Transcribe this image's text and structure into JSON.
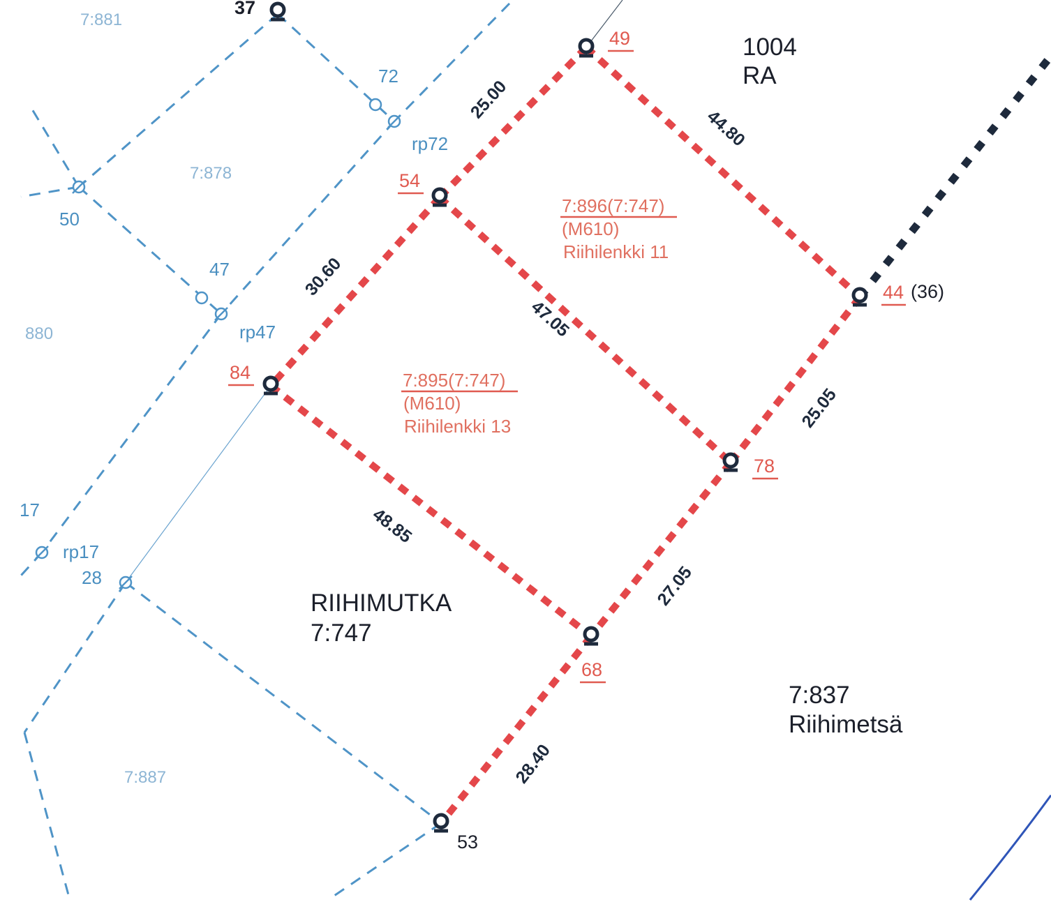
{
  "colors": {
    "red_boundary": "#e4474a",
    "blue_boundary": "#4f94c7",
    "dark_boundary": "#1e2a3c",
    "river": "#2f55b8",
    "red_text": "#e05a50",
    "marker": "#1e2a3c"
  },
  "icons": {
    "survey_marker": "boundary-marker-icon",
    "small_marker": "circle-marker-icon"
  },
  "blue_labels": {
    "p881": "7:881",
    "p878": "7:878",
    "p880": "880",
    "p887": "7:887",
    "n50": "50",
    "n47": "47",
    "n72": "72",
    "rp72": "rp72",
    "rp47": "rp47",
    "n17": "17",
    "rp17": "rp17",
    "n28": "28"
  },
  "red_points": {
    "p49": "49",
    "p54": "54",
    "p84": "84",
    "p44": "44",
    "p78": "78",
    "p68": "68"
  },
  "black_points": {
    "p37": "37",
    "p53": "53",
    "p44_paren": "(36)"
  },
  "dimensions": {
    "d25_00": "25.00",
    "d44_80": "44.80",
    "d30_60": "30.60",
    "d47_05": "47.05",
    "d25_05": "25.05",
    "d48_85": "48.85",
    "d27_05": "27.05",
    "d28_40": "28.40"
  },
  "parcels": {
    "upper": {
      "id": "7:896(7:747)",
      "plan": "(M610)",
      "address": "Riihilenkki 11"
    },
    "lower": {
      "id": "7:895(7:747)",
      "plan": "(M610)",
      "address": "Riihilenkki 13"
    },
    "ra": {
      "number": "1004",
      "zone": "RA"
    },
    "riihimutka": {
      "name": "RIIHIMUTKA",
      "id": "7:747"
    },
    "riihimetsa": {
      "id": "7:837",
      "name": "Riihimetsä"
    }
  }
}
